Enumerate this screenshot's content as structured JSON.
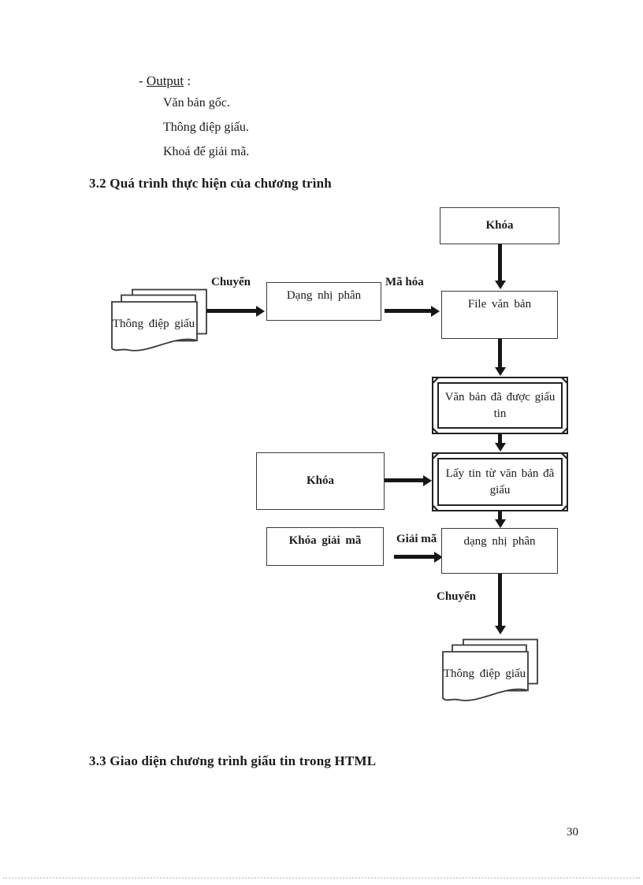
{
  "content": {
    "output": {
      "dash": "- ",
      "term": "Output",
      "colon": " :",
      "items": [
        "Văn bản gốc.",
        "Thông điệp giấu.",
        "Khoá để giải mã."
      ]
    },
    "heading_3_2": "3.2 Quá trình thực hiện của chương trình",
    "heading_3_3": "3.3 Giao diện chương trình giấu tin trong HTML",
    "page_number": "30"
  },
  "diagram": {
    "nodes": {
      "key_top": {
        "label": "Khóa",
        "shape": "process"
      },
      "message_doc_top": {
        "label": "Thông điệp giấu",
        "shape": "document-stack"
      },
      "binary_top": {
        "label": "Dạng nhị phân",
        "shape": "process"
      },
      "text_file": {
        "label": "File văn bản",
        "shape": "process"
      },
      "stego_text": {
        "label": "Văn bản đã được giấu tin",
        "shape": "beveled-process"
      },
      "extract_info": {
        "label": "Lấy tin từ văn bản đã giấu",
        "shape": "beveled-process"
      },
      "key_decode_input": {
        "label": "Khóa",
        "shape": "process"
      },
      "decode_key": {
        "label": "Khóa giải mã",
        "shape": "process"
      },
      "binary_bottom": {
        "label": "dạng nhị phân",
        "shape": "process"
      },
      "message_doc_bottom": {
        "label": "Thông điệp giấu",
        "shape": "document-stack"
      }
    },
    "edge_labels": {
      "convert_top": "Chuyển",
      "encode": "Mã hóa",
      "decode": "Giải mã",
      "convert_bottom": "Chuyển"
    }
  },
  "colors": {
    "ink": "#1a1a1a",
    "box_border": "#3b3b3b",
    "arrow": "#161616",
    "page_bg": "#ffffff",
    "dotted_rule": "#a8b2cd"
  }
}
